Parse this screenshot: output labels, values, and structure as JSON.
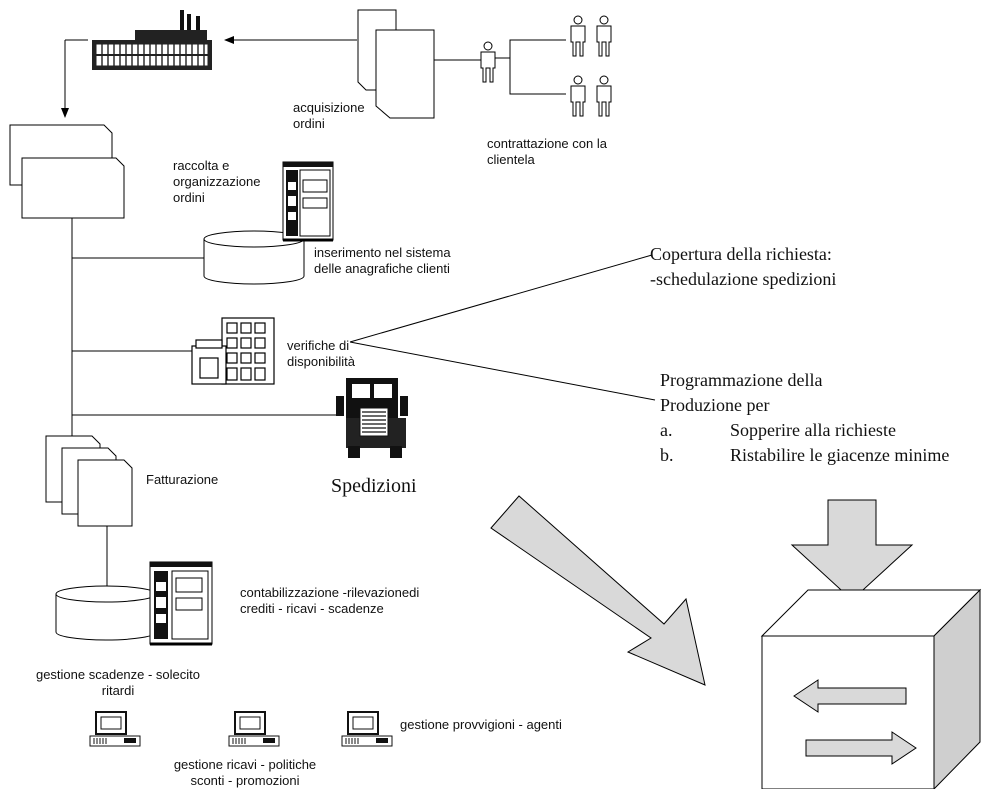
{
  "labels": {
    "acquisizione": "acquisizione\nordini",
    "contrattazione": "contrattazione con la\nclientela",
    "raccolta": "raccolta e\norganizzazione\nordini",
    "inserimento": "inserimento nel sistema\ndelle anagrafiche clienti",
    "verifiche": "verifiche di\ndisponibilità",
    "fatturazione": "Fatturazione",
    "contabilizzazione": "contabilizzazione -rilevazionedi\ncrediti - ricavi - scadenze",
    "gestione_scadenze": "gestione scadenze - solecito\nritardi",
    "gestione_provvigioni": "gestione provvigioni - agenti",
    "gestione_ricavi": "gestione ricavi - politiche\nsconti - promozioni"
  },
  "notes": {
    "copertura": "Copertura della richiesta:\n-schedulazione spedizioni",
    "programmazione_1": "Programmazione della",
    "programmazione_2": "Produzione per",
    "item_a_marker": "a.",
    "item_a_text": "Sopperire alla richieste",
    "item_b_marker": "b.",
    "item_b_text": "Ristabilire le giacenze minime",
    "spedizioni": "Spedizioni"
  },
  "icons": [
    "factory-icon",
    "document-icon",
    "person-icon",
    "storage-icon",
    "computer-terminal-icon",
    "building-icon",
    "truck-icon",
    "pc-icon",
    "box-icon",
    "arrow-icon"
  ]
}
